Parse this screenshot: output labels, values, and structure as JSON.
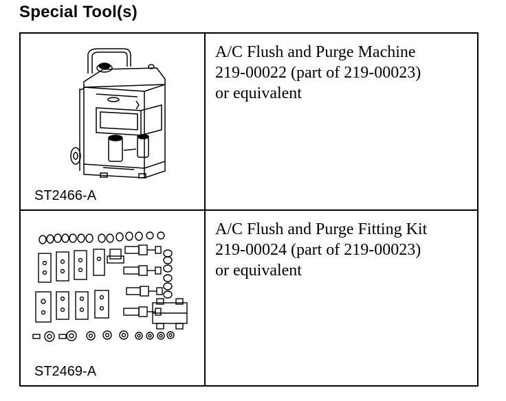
{
  "page": {
    "heading": "Special Tool(s)"
  },
  "tools": [
    {
      "illustration": "ac-flush-machine-illustration",
      "ref_code": "ST2466-A",
      "description_lines": [
        "A/C Flush and Purge Machine",
        "219-00022 (part of 219-00023)",
        "or equivalent"
      ]
    },
    {
      "illustration": "fitting-kit-illustration",
      "ref_code": "ST2469-A",
      "description_lines": [
        "A/C Flush and Purge Fitting Kit",
        "219-00024 (part of 219-00023)",
        "or equivalent"
      ]
    }
  ]
}
